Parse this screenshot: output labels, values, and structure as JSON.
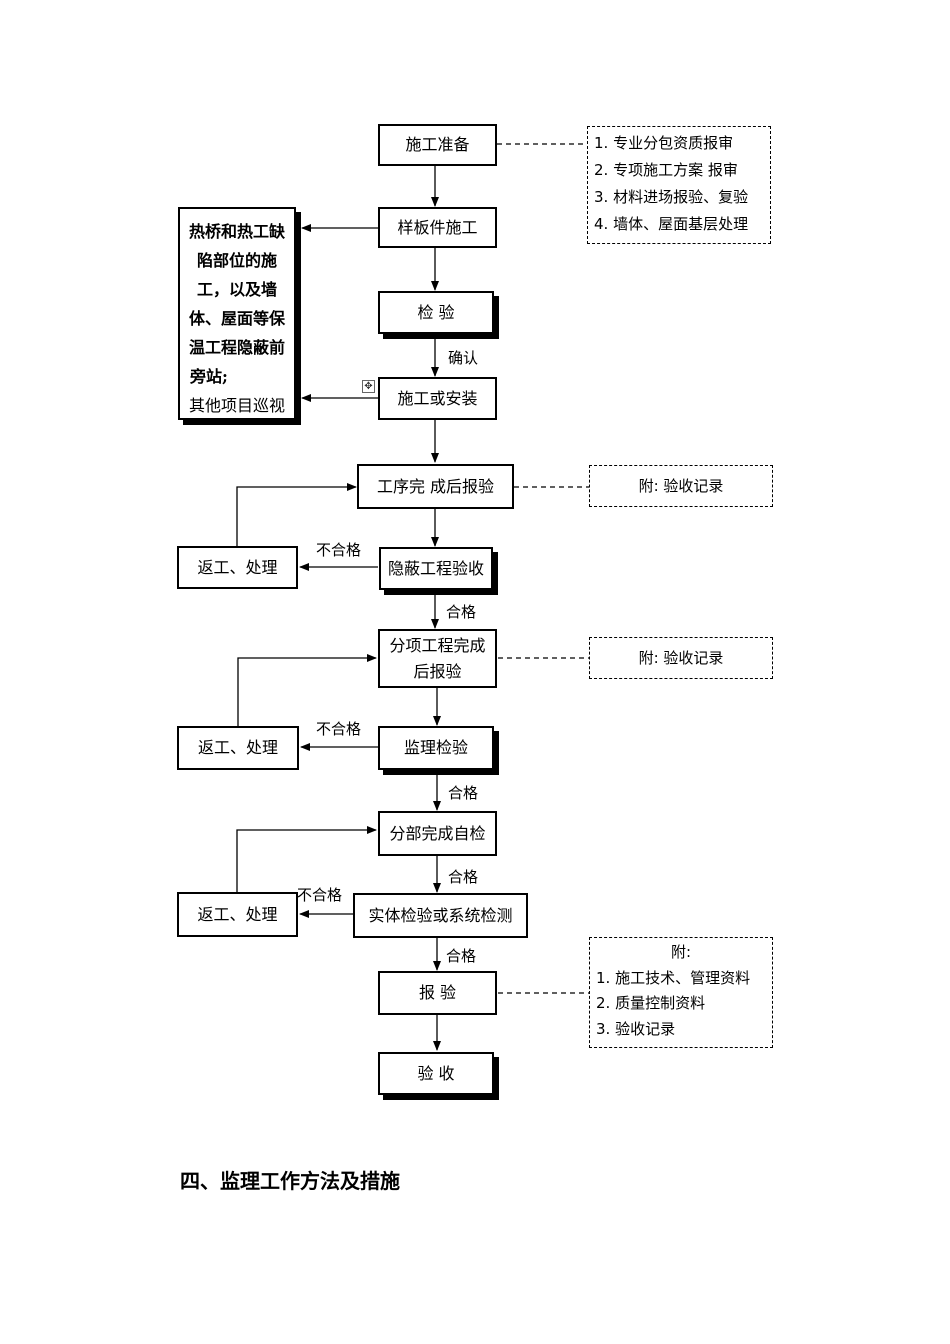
{
  "flowchart": {
    "main_steps": [
      {
        "id": "prep",
        "label": "施工准备"
      },
      {
        "id": "sample",
        "label": "样板件施工"
      },
      {
        "id": "inspect",
        "label": "检 验"
      },
      {
        "id": "install",
        "label": "施工或安装"
      },
      {
        "id": "process_report",
        "label": "工序完 成后报验"
      },
      {
        "id": "hidden_accept",
        "label": "隐蔽工程验收"
      },
      {
        "id": "subitem_report",
        "label": "分项工程完成后报验"
      },
      {
        "id": "supervise_inspect",
        "label": "监理检验"
      },
      {
        "id": "subpart_selfcheck",
        "label": "分部完成自检"
      },
      {
        "id": "entity_test",
        "label": "实体检验或系统检测"
      },
      {
        "id": "report",
        "label": "报 验"
      },
      {
        "id": "accept",
        "label": "验 收"
      }
    ],
    "rework_boxes": [
      {
        "label": "返工、处理"
      },
      {
        "label": "返工、处理"
      },
      {
        "label": "返工、处理"
      }
    ],
    "left_note": {
      "bold_lines": [
        "热桥和热工缺",
        "陷部位的施",
        "工，以及墙",
        "体、屋面等保",
        "温工程隐蔽前",
        "旁站;"
      ],
      "normal_line": "其他项目巡视"
    },
    "attachments": {
      "prep_notes": [
        "1. 专业分包资质报审",
        "2. 专项施工方案 报审",
        "3. 材料进场报验、复验",
        "4. 墙体、屋面基层处理"
      ],
      "process_note": "附: 验收记录",
      "subitem_note": "附: 验收记录",
      "report_notes": {
        "title": "附:",
        "items": [
          "1. 施工技术、管理资料",
          "2. 质量控制资料",
          "3. 验收记录"
        ]
      }
    },
    "edge_labels": {
      "confirm": "确认",
      "pass": "合格",
      "fail": "不合格"
    }
  },
  "section_heading": "四、监理工作方法及措施"
}
